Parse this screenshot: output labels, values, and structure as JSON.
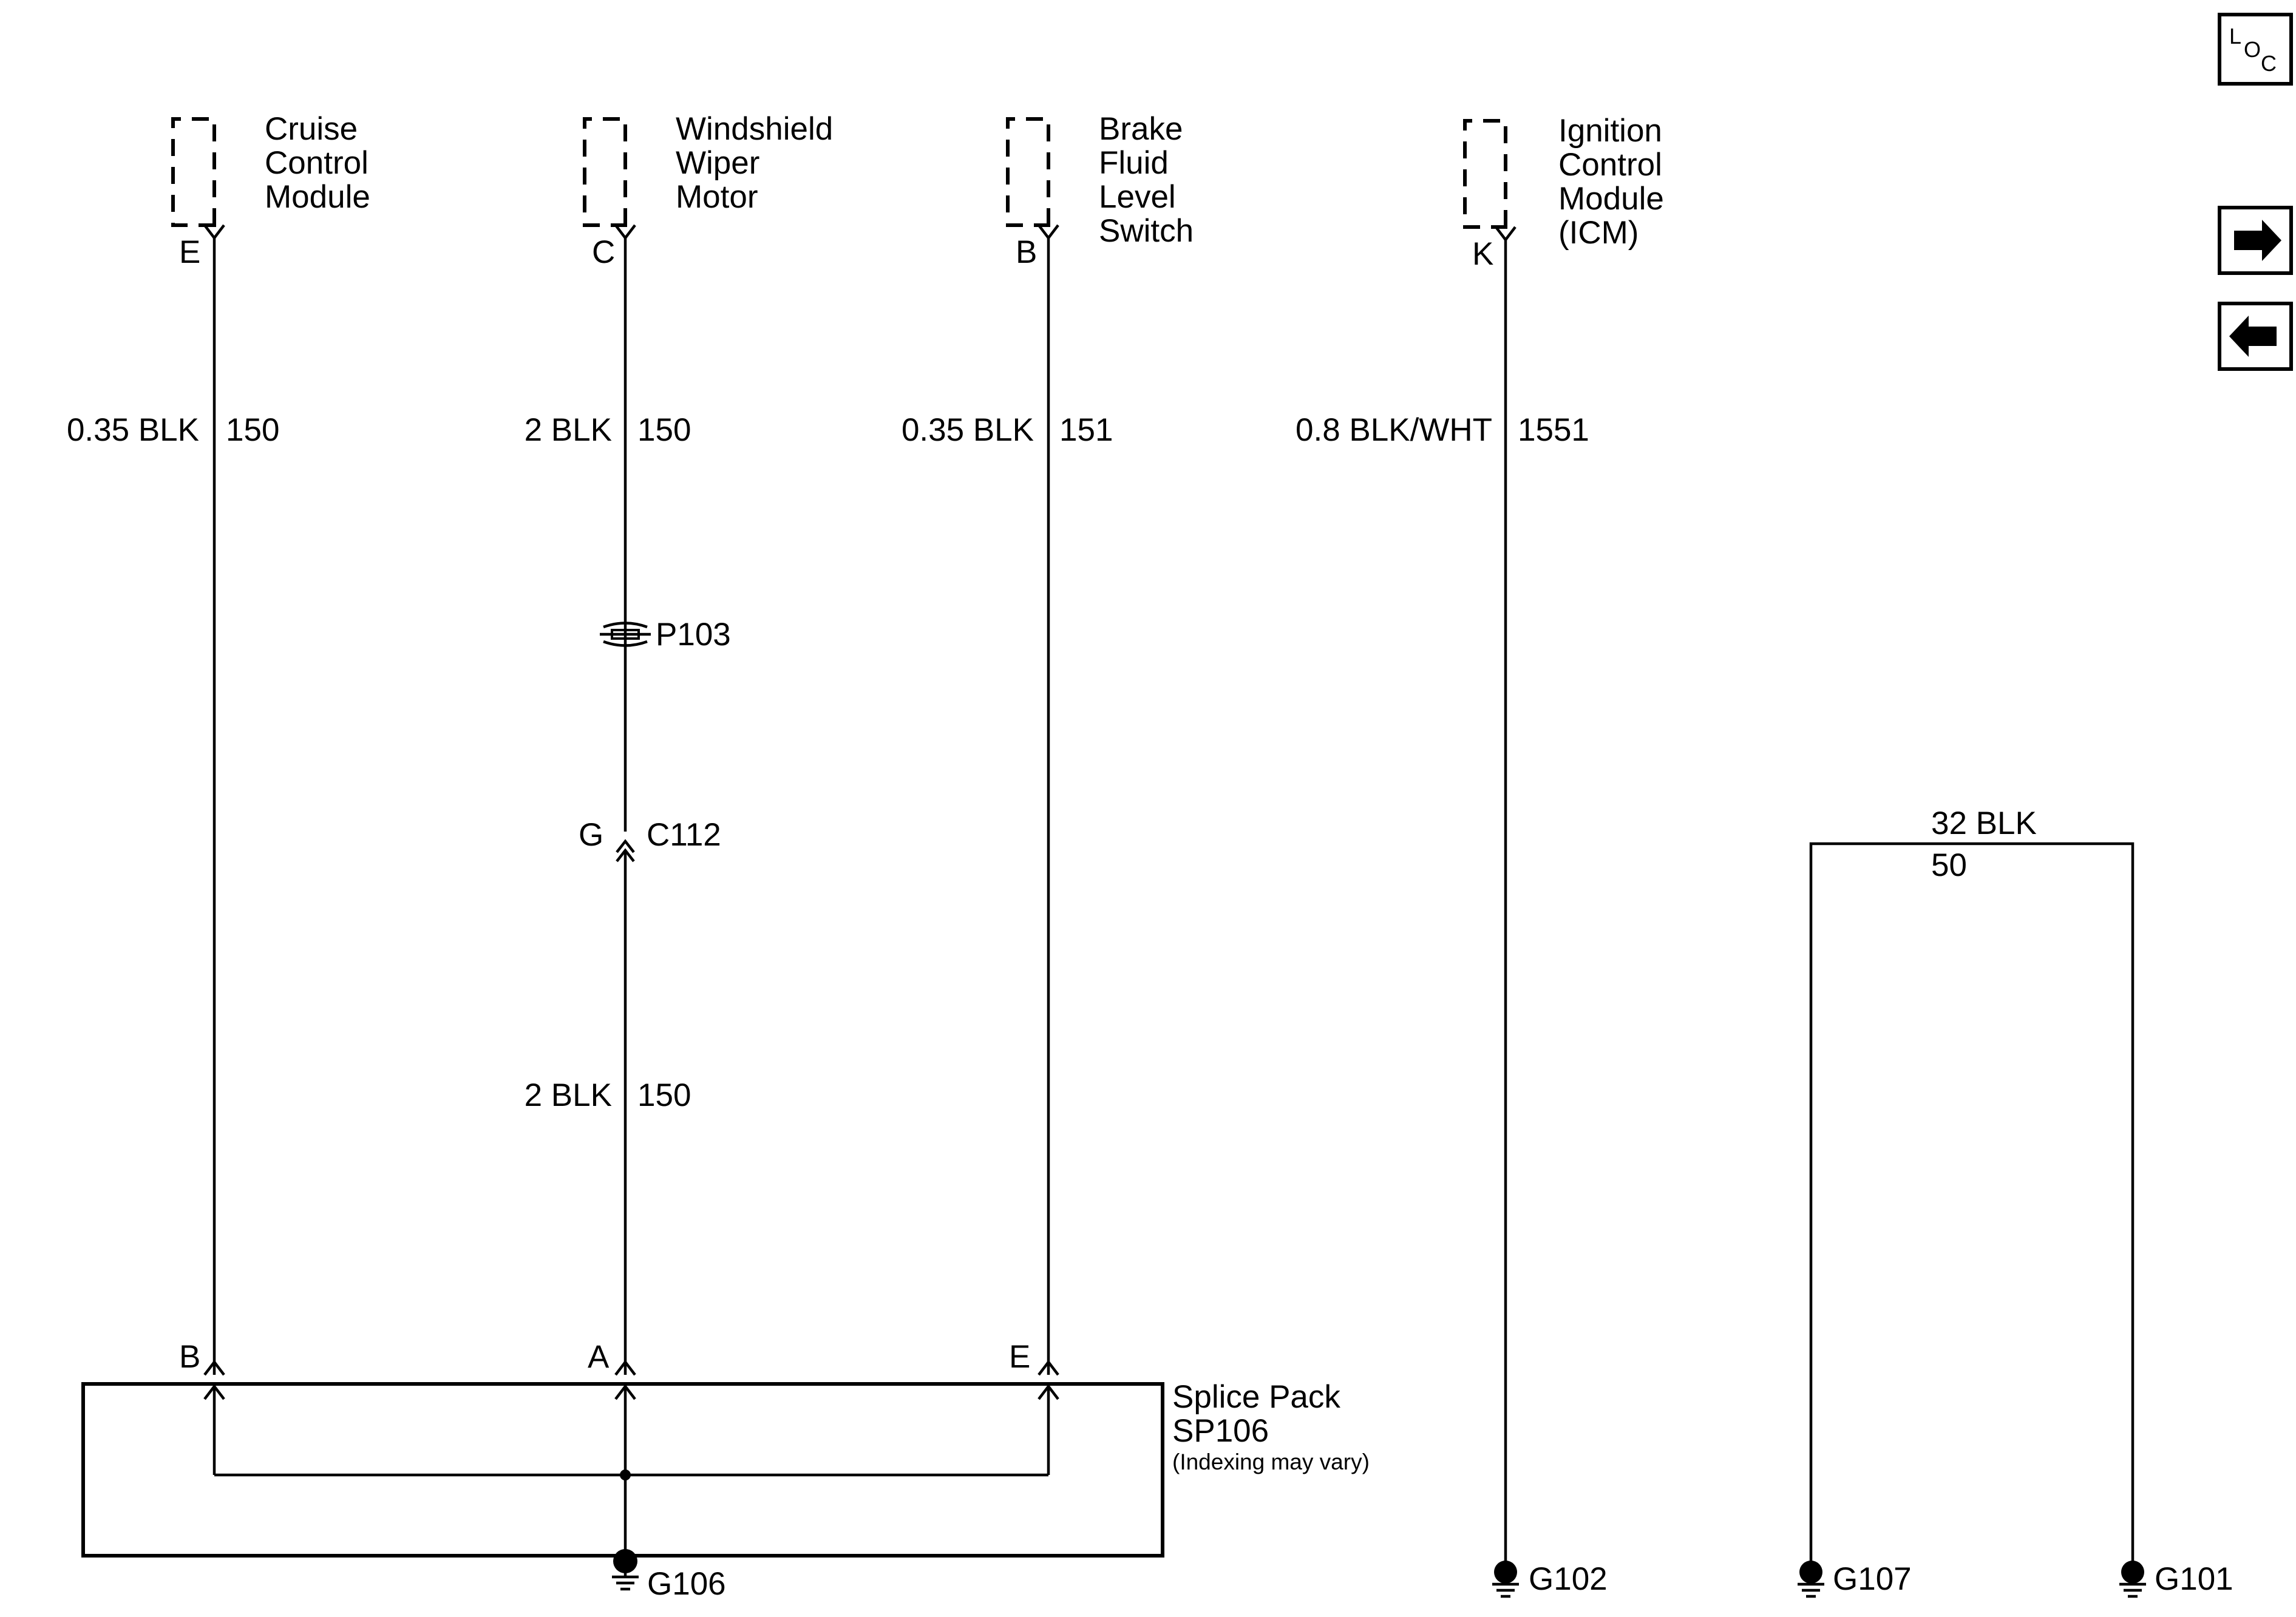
{
  "components": {
    "cruise_control_module": {
      "lines": [
        "Cruise",
        "Control",
        "Module"
      ],
      "pin": "E"
    },
    "windshield_wiper_motor": {
      "lines": [
        "Windshield",
        "Wiper",
        "Motor"
      ],
      "pin": "C"
    },
    "brake_fluid_level_switch": {
      "lines": [
        "Brake",
        "Fluid",
        "Level",
        "Switch"
      ],
      "pin": "B"
    },
    "ignition_control_module": {
      "lines": [
        "Ignition",
        "Control",
        "Module",
        "(ICM)"
      ],
      "pin": "K"
    }
  },
  "wires": {
    "cruise": {
      "gauge_color": "0.35 BLK",
      "circuit": "150"
    },
    "wiper_upper": {
      "gauge_color": "2 BLK",
      "circuit": "150"
    },
    "wiper_lower": {
      "gauge_color": "2 BLK",
      "circuit": "150"
    },
    "brake": {
      "gauge_color": "0.35 BLK",
      "circuit": "151"
    },
    "icm": {
      "gauge_color": "0.8 BLK/WHT",
      "circuit": "1551"
    },
    "ground_strap": {
      "gauge_color": "32 BLK",
      "circuit": "50"
    }
  },
  "connectors": {
    "pass_through": "P103",
    "inline": {
      "name": "C112",
      "pin": "G"
    }
  },
  "splice_pack": {
    "title": "Splice Pack",
    "name": "SP106",
    "note": "(Indexing may vary)",
    "pins": [
      "B",
      "A",
      "E"
    ]
  },
  "grounds": [
    "G106",
    "G102",
    "G107",
    "G101"
  ],
  "navigation": {
    "loc_button": {
      "l": "L",
      "o": "O",
      "c": "C"
    },
    "next_icon": "arrow-right-icon",
    "prev_icon": "arrow-left-icon"
  }
}
